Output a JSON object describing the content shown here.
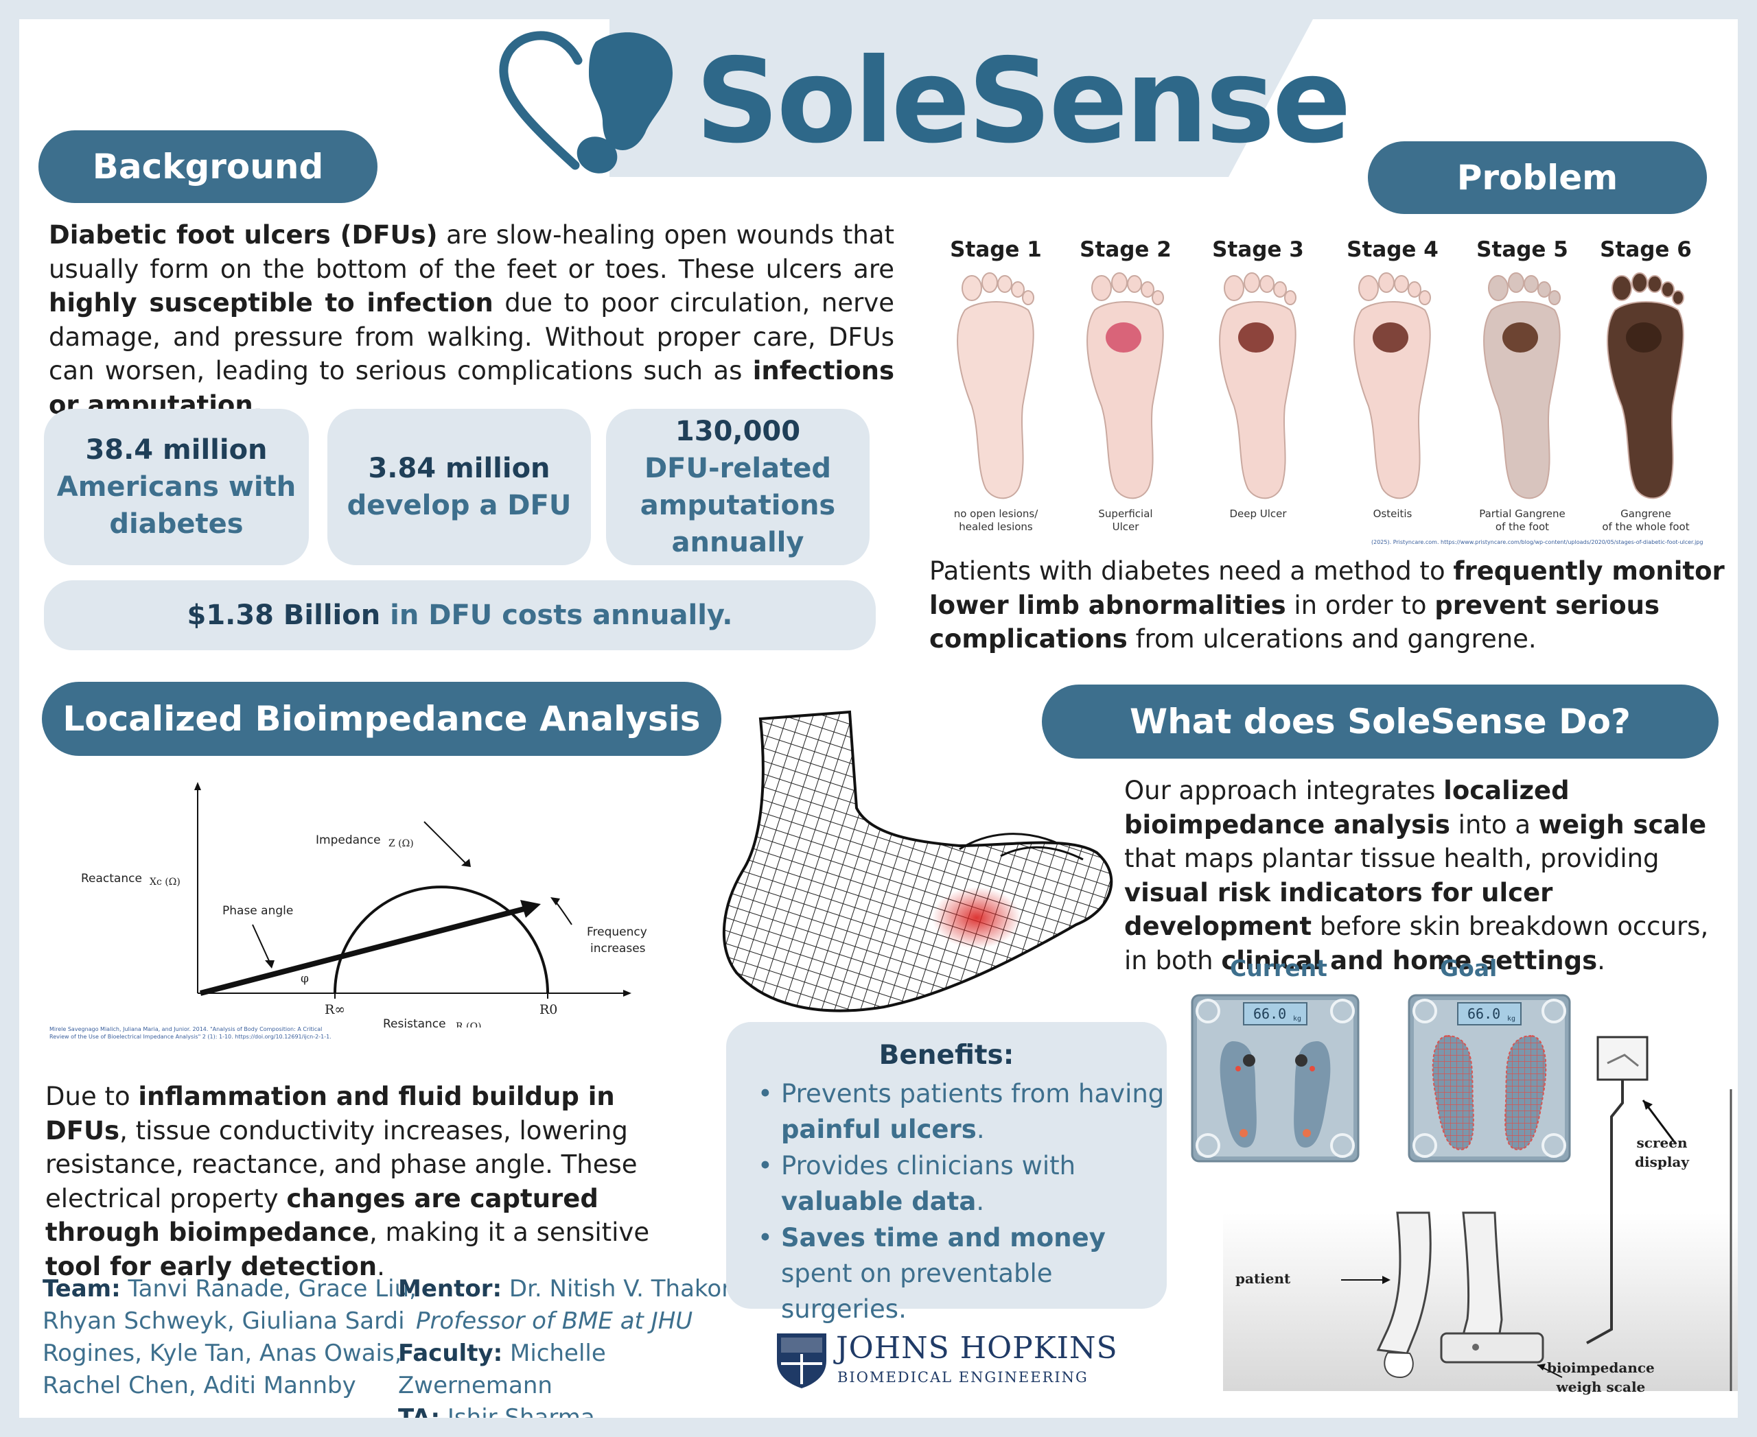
{
  "header": {
    "title": "SoleSense"
  },
  "background": {
    "heading": "Background",
    "p1_bold": "Diabetic foot ulcers (DFUs)",
    "p1_a": " are slow-healing open wounds that usually form on the bottom of the feet or toes. These ulcers are ",
    "p1_bold2": "highly susceptible to infection",
    "p1_b": " due to poor circulation, nerve damage, and pressure from walking. Without proper care, DFUs can worsen, leading to serious complications such as ",
    "p1_bold3": "infections or amputation."
  },
  "stats": [
    {
      "line1": "38.4 million",
      "line2": "Americans with",
      "line3": "diabetes"
    },
    {
      "line1": "3.84 million",
      "line2": "develop a DFU"
    },
    {
      "line1": "130,000",
      "line2": "DFU-related",
      "line3": "amputations",
      "line4": "annually"
    }
  ],
  "cost": {
    "bold": "$1.38 Billion",
    "rest": " in DFU costs annually."
  },
  "problem": {
    "heading": "Problem",
    "stages": [
      {
        "title": "Stage 1",
        "caption1": "no open lesions/",
        "caption2": "healed lesions"
      },
      {
        "title": "Stage 2",
        "caption1": "Superficial",
        "caption2": "Ulcer"
      },
      {
        "title": "Stage 3",
        "caption1": "Deep Ulcer",
        "caption2": ""
      },
      {
        "title": "Stage 4",
        "caption1": "Osteitis",
        "caption2": ""
      },
      {
        "title": "Stage 5",
        "caption1": "Partial Gangrene",
        "caption2": "of the foot"
      },
      {
        "title": "Stage 6",
        "caption1": "Gangrene",
        "caption2": "of the whole foot"
      }
    ],
    "citation": "(2025). Pristyncare.com. https://www.pristyncare.com/blog/wp-content/uploads/2020/05/stages-of-diabetic-foot-ulcer.jpg",
    "p_a": "Patients with diabetes need a method to ",
    "p_b1": "frequently monitor lower limb abnormalities",
    "p_c": " in order to ",
    "p_b2": "prevent serious complications",
    "p_d": " from ulcerations and gangrene."
  },
  "lba": {
    "heading": "Localized Bioimpedance Analysis",
    "diagram": {
      "reactance": "Reactance",
      "reactance_sym": "Xc (Ω)",
      "impedance": "Impedance",
      "impedance_sym": "Z (Ω)",
      "phase_angle": "Phase angle",
      "phi": "φ",
      "frequency1": "Frequency",
      "frequency2": "increases",
      "r_inf": "R∞",
      "r_0": "R0",
      "resistance": "Resistance",
      "resistance_sym": "R (Ω)"
    },
    "citation1": "Mirele Savegnago Mialich, Juliana Maria, and Junior. 2014. \"Analysis of Body Composition: A Critical",
    "citation2": "Review of the Use of Bioelectrical Impedance Analysis\" 2 (1): 1-10. https://doi.org/10.12691/ijcn-2-1-1.",
    "p_a": "Due to ",
    "p_b1": "inflammation and fluid buildup in DFUs",
    "p_c": ", tissue conductivity increases, lowering resistance, reactance, and phase angle. These electrical property ",
    "p_b2": "changes are captured through bioimpedance",
    "p_d": ", making it a sensitive ",
    "p_b3": "tool for early detection",
    "p_e": "."
  },
  "team": {
    "team_label": "Team:",
    "team_l1": " Tanvi Ranade, Grace Liu,",
    "team_l2": "Rhyan Schweyk, Giuliana Sardi",
    "team_l3": "Rogines, Kyle Tan, Anas Owais,",
    "team_l4": "Rachel Chen, Aditi Mannby",
    "mentor_label": "Mentor:",
    "mentor": " Dr. Nitish V. Thakor",
    "mentor_title": "Professor of BME at JHU",
    "faculty_label": "Faculty:",
    "faculty": " Michelle Zwernemann",
    "ta_label": "TA:",
    "ta": " Ishir Sharma"
  },
  "benefits": {
    "heading": "Benefits:",
    "b1_a": "Prevents patients from having ",
    "b1_b": "painful ulcers",
    "b1_c": ".",
    "b2_a": "Provides clinicians with ",
    "b2_b": "valuable data",
    "b2_c": ".",
    "b3_b": "Saves time and money",
    "b3_c": " spent on preventable surgeries."
  },
  "jhu": {
    "line1": "JOHNS HOPKINS",
    "line2": "BIOMEDICAL ENGINEERING"
  },
  "solesense": {
    "heading": "What does SoleSense Do?",
    "p_a": "Our approach integrates ",
    "p_b1": "localized bioimpedance analysis",
    "p_c": " into a ",
    "p_b2": "weigh scale",
    "p_d": " that maps plantar tissue health, providing ",
    "p_b3": "visual risk indicators for ulcer development",
    "p_e": " before skin breakdown occurs, in both ",
    "p_b4": "clinical and home settings",
    "p_f": "."
  },
  "scales": {
    "current": "Current",
    "goal": "Goal",
    "reading": "66.0",
    "unit": "kg"
  },
  "illustration": {
    "screen1": "screen",
    "screen2": "display",
    "patient": "patient",
    "scale1": "bioimpedance",
    "scale2": "weigh scale"
  },
  "colors": {
    "accent": "#3d6f8d",
    "dark": "#1f3f58",
    "panel": "#dfe7ee",
    "title": "#2e6889"
  }
}
